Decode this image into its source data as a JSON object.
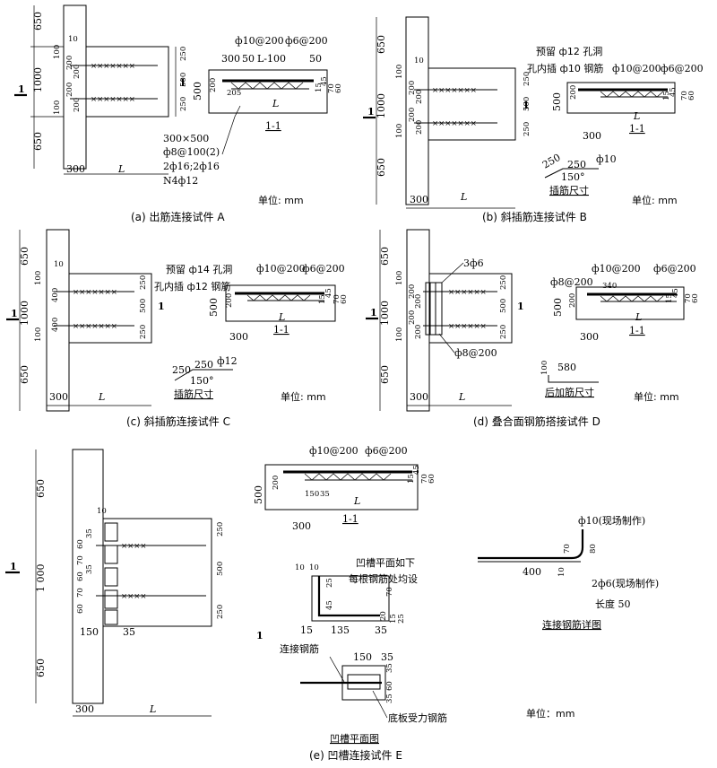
{
  "panels": {
    "a": {
      "caption": "(a) 出筋连接试件 A",
      "dims_left": [
        "650",
        "1000",
        "650"
      ],
      "dims_inner": [
        "100",
        "100"
      ],
      "dims_spacing": [
        "200",
        "200",
        "200",
        "200"
      ],
      "dim_10": "10",
      "dims_right": [
        "250",
        "500",
        "250"
      ],
      "section_mark": "1",
      "bottom_300": "300",
      "bottom_L": "L",
      "sec_top1": "ф10@200",
      "sec_top2": "ф6@200",
      "sec_dims": [
        "300",
        "50",
        "L-100",
        "50"
      ],
      "sec_left": [
        "500",
        "200",
        "205"
      ],
      "sec_right": [
        "15",
        "45",
        "70",
        "60"
      ],
      "sec_L": "L",
      "sec_title": "1-1",
      "beam_note": [
        "300×500",
        "ф8@100(2)",
        "2ф16;2ф16",
        "N4ф12"
      ]
    },
    "b": {
      "caption": "(b) 斜插筋连接试件 B",
      "dims_left": [
        "650",
        "1000",
        "650"
      ],
      "dims_inner": [
        "100",
        "100"
      ],
      "dims_spacing": [
        "200",
        "200",
        "200",
        "200"
      ],
      "dim_10": "10",
      "dims_right": [
        "250",
        "500",
        "250"
      ],
      "section_mark": "1",
      "bottom_300": "300",
      "bottom_L": "L",
      "hole_note": [
        "预留 ф12 孔洞",
        "孔内插 ф10 钢筋"
      ],
      "sec_top1": "ф10@200",
      "sec_top2": "ф6@200",
      "sec_left": [
        "500",
        "200"
      ],
      "sec_right": [
        "15",
        "45",
        "70",
        "60"
      ],
      "sec_L": "L",
      "sec_300": "300",
      "sec_title": "1-1",
      "insert_dims": [
        "250",
        "250",
        "ф10",
        "150°"
      ],
      "insert_title": "插筋尺寸",
      "unit": "单位: mm"
    },
    "c": {
      "caption": "(c) 斜插筋连接试件 C",
      "dims_left": [
        "650",
        "1000",
        "650"
      ],
      "dims_inner": [
        "100",
        "100"
      ],
      "dims_spacing": [
        "400",
        "400"
      ],
      "dim_10": "10",
      "dims_right": [
        "250",
        "500",
        "250"
      ],
      "section_mark": "1",
      "bottom_300": "300",
      "bottom_L": "L",
      "hole_note": [
        "预留 ф14 孔洞",
        "孔内插 ф12 钢筋"
      ],
      "sec_top1": "ф10@200",
      "sec_top2": "ф6@200",
      "sec_left": [
        "500",
        "200"
      ],
      "sec_right": [
        "15",
        "45",
        "70",
        "60"
      ],
      "sec_L": "L",
      "sec_300": "300",
      "sec_title": "1-1",
      "insert_dims": [
        "250",
        "250",
        "ф12",
        "150°"
      ],
      "insert_title": "插筋尺寸",
      "unit": "单位: mm"
    },
    "d": {
      "caption": "(d) 叠合面钢筋搭接试件 D",
      "dims_left": [
        "650",
        "1000",
        "650"
      ],
      "dims_inner": [
        "100",
        "100"
      ],
      "dims_spacing": [
        "200",
        "200",
        "200",
        "200"
      ],
      "dims_right": [
        "250",
        "500",
        "250"
      ],
      "section_mark": "1",
      "bottom_300": "300",
      "bottom_L": "L",
      "stirrup_note": "3ф6",
      "bar_note": "ф8@200",
      "sec_top0": "ф8@200",
      "sec_top1": "ф10@200",
      "sec_top2": "ф6@200",
      "sec_340": "340",
      "sec_left": [
        "500",
        "200"
      ],
      "sec_right": [
        "15",
        "45",
        "70",
        "60"
      ],
      "sec_L": "L",
      "sec_300": "300",
      "sec_title": "1-1",
      "add_dims": [
        "100",
        "580"
      ],
      "add_title": "后加筋尺寸",
      "unit": "单位: mm"
    },
    "e": {
      "caption": "(e) 凹槽连接试件 E",
      "dims_left": [
        "650",
        "1 000",
        "650"
      ],
      "dims_right": [
        "250",
        "500",
        "250"
      ],
      "groove_spacing": [
        "60",
        "70",
        "60",
        "70",
        "60",
        "35",
        "35"
      ],
      "dim_10": "10",
      "section_mark": "1",
      "dim_150": "150",
      "dim_35": "35",
      "bottom_300": "300",
      "bottom_L": "L",
      "sec_top1": "ф10@200",
      "sec_top2": "ф6@200",
      "sec_left": [
        "500",
        "200"
      ],
      "sec_150": "150",
      "sec_35": "35",
      "sec_right": [
        "15",
        "45",
        "70",
        "60"
      ],
      "sec_L": "L",
      "sec_300": "300",
      "sec_title": "1-1",
      "groove_note": [
        "凹槽平面如下",
        "每根钢筋处均设"
      ],
      "groove_dims_top": [
        "10",
        "10"
      ],
      "groove_dims_side": [
        "25",
        "45",
        "70",
        "20",
        "15",
        "25"
      ],
      "groove_dims_bottom": [
        "15",
        "135",
        "35"
      ],
      "plan_connect": "连接钢筋",
      "plan_dims": [
        "150",
        "35",
        "35",
        "60",
        "35"
      ],
      "plan_bottom_note": "底板受力钢筋",
      "plan_title": "凹槽平面图",
      "detail_labels": [
        "ф10(现场制作)",
        "2ф6(现场制作)",
        "长度 50"
      ],
      "detail_dims": [
        "70",
        "400",
        "10",
        "80"
      ],
      "detail_title": "连接钢筋详图",
      "unit": "单位：mm"
    },
    "a_unit": "单位: mm"
  }
}
